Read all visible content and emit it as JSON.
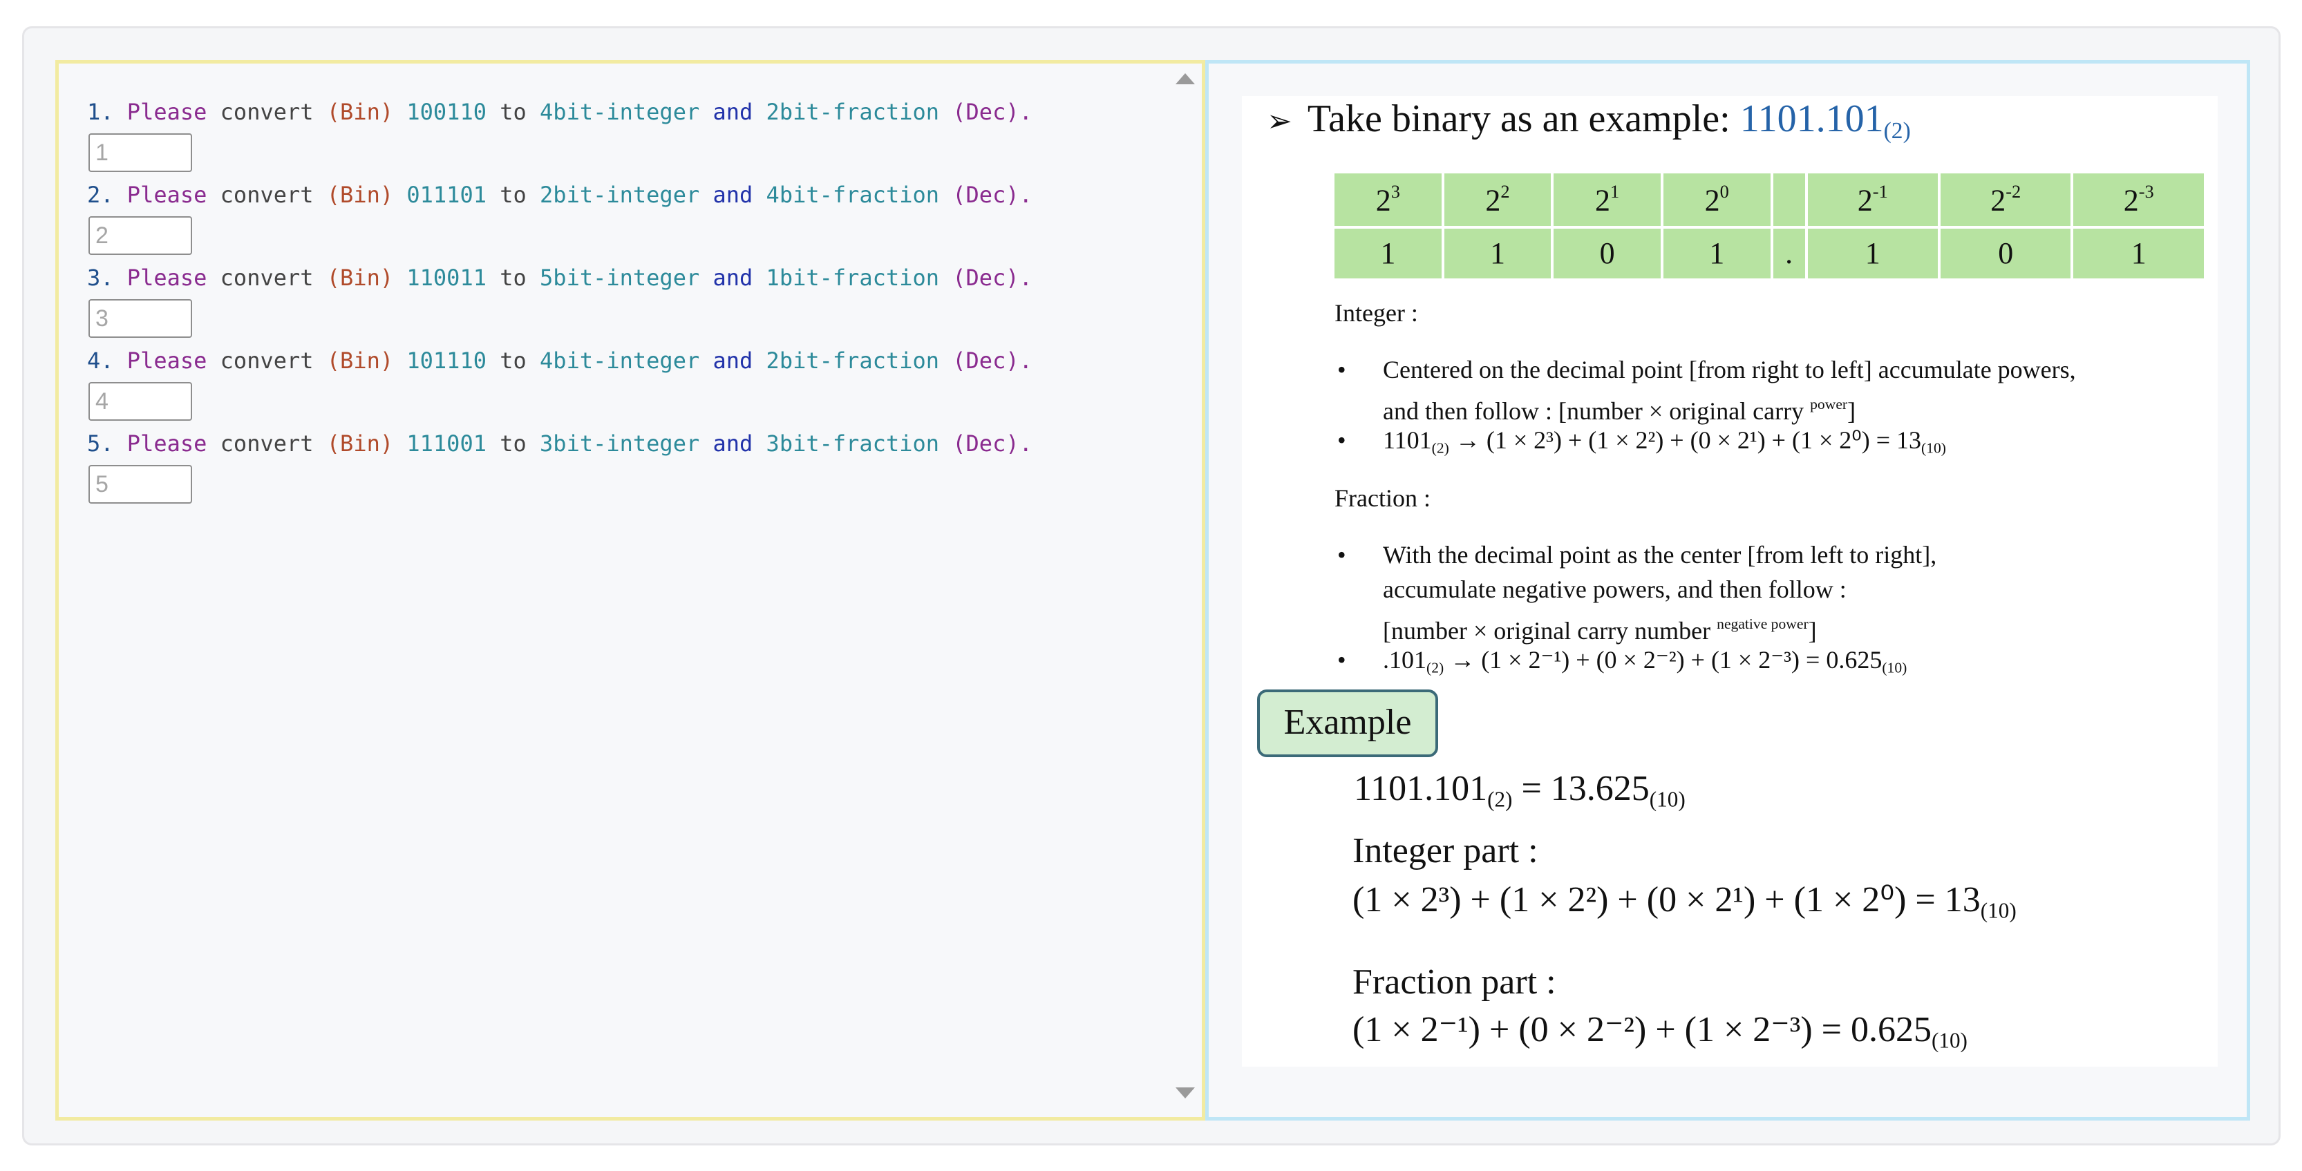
{
  "questions": [
    {
      "num": "1.",
      "please": "Please",
      "convert": "convert",
      "bin_label": "(Bin)",
      "value": "100110",
      "to": "to",
      "int_spec": "4bit-integer",
      "and": "and",
      "frac_spec": "2bit-fraction",
      "dec_label": "(Dec).",
      "placeholder": "1"
    },
    {
      "num": "2.",
      "please": "Please",
      "convert": "convert",
      "bin_label": "(Bin)",
      "value": "011101",
      "to": "to",
      "int_spec": "2bit-integer",
      "and": "and",
      "frac_spec": "4bit-fraction",
      "dec_label": "(Dec).",
      "placeholder": "2"
    },
    {
      "num": "3.",
      "please": "Please",
      "convert": "convert",
      "bin_label": "(Bin)",
      "value": "110011",
      "to": "to",
      "int_spec": "5bit-integer",
      "and": "and",
      "frac_spec": "1bit-fraction",
      "dec_label": "(Dec).",
      "placeholder": "3"
    },
    {
      "num": "4.",
      "please": "Please",
      "convert": "convert",
      "bin_label": "(Bin)",
      "value": "101110",
      "to": "to",
      "int_spec": "4bit-integer",
      "and": "and",
      "frac_spec": "2bit-fraction",
      "dec_label": "(Dec).",
      "placeholder": "4"
    },
    {
      "num": "5.",
      "please": "Please",
      "convert": "convert",
      "bin_label": "(Bin)",
      "value": "111001",
      "to": "to",
      "int_spec": "3bit-integer",
      "and": "and",
      "frac_spec": "3bit-fraction",
      "dec_label": "(Dec).",
      "placeholder": "5"
    }
  ],
  "reference": {
    "heading_prefix": "Take binary as an example: ",
    "heading_value": "1101.101",
    "heading_sub": "(2)",
    "powers_header": [
      {
        "base": "2",
        "exp": "3"
      },
      {
        "base": "2",
        "exp": "2"
      },
      {
        "base": "2",
        "exp": "1"
      },
      {
        "base": "2",
        "exp": "0"
      },
      {
        "base": "",
        "exp": ""
      },
      {
        "base": "2",
        "exp": "-1"
      },
      {
        "base": "2",
        "exp": "-2"
      },
      {
        "base": "2",
        "exp": "-3"
      }
    ],
    "bits_row": [
      "1",
      "1",
      "0",
      "1",
      ".",
      "1",
      "0",
      "1"
    ],
    "integer_label": "Integer :",
    "integer_bullet_1_line1": "Centered on the decimal point [from right to left] accumulate powers,",
    "integer_bullet_1_line2": "and then follow : [number × original carry ",
    "integer_bullet_1_sup": "power",
    "integer_bullet_1_end": "]",
    "integer_bullet_2": {
      "lhs": "1101",
      "lhs_sub": "(2)",
      "arrow": " → ",
      "terms": "(1 × 2³) + (1 × 2²) + (0 × 2¹) + (1 × 2⁰) = 13",
      "rhs_sub": "(10)"
    },
    "fraction_label": "Fraction :",
    "fraction_bullet_1_line1": "With the decimal point as the center [from left to right],",
    "fraction_bullet_1_line2": "accumulate negative powers, and then follow :",
    "fraction_bullet_1_line3": "[number × original carry number ",
    "fraction_bullet_1_sup": "negative power",
    "fraction_bullet_1_end": "]",
    "fraction_bullet_2": {
      "lhs": ".101",
      "lhs_sub": "(2)",
      "arrow": " → ",
      "terms": "(1 × 2⁻¹) + (0 × 2⁻²) + (1 × 2⁻³) = 0.625",
      "rhs_sub": "(10)"
    },
    "example_button": "Example",
    "example_eq_lhs": "1101.101",
    "example_eq_lhs_sub": "(2)",
    "example_eq_mid": " = 13.625",
    "example_eq_rhs_sub": "(10)",
    "integer_part_label": "Integer part :",
    "integer_part_expr": "(1 × 2³) + (1 × 2²) + (0 × 2¹) + (1 × 2⁰) = 13",
    "integer_part_sub": "(10)",
    "fraction_part_label": "Fraction part :",
    "fraction_part_expr": "(1 × 2⁻¹) + (0 × 2⁻²) + (1 × 2⁻³) = 0.625",
    "fraction_part_sub": "(10)"
  }
}
